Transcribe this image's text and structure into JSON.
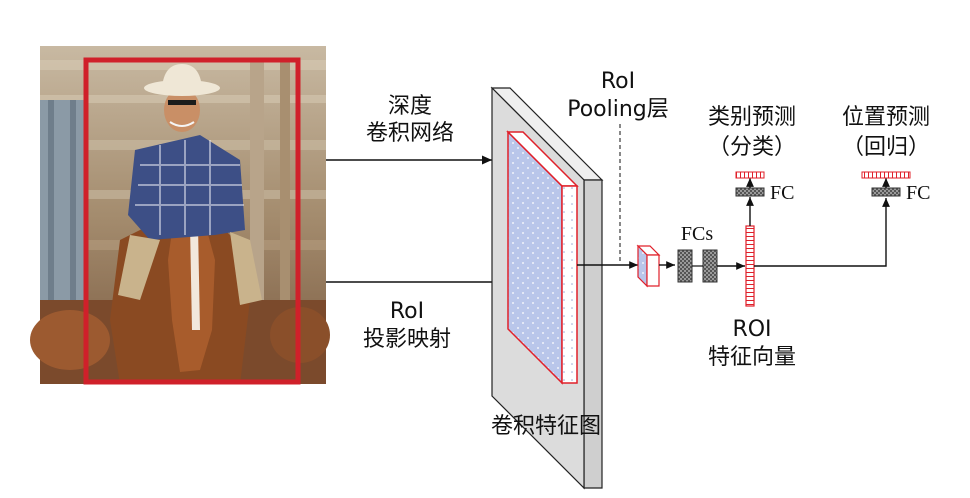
{
  "diagram": {
    "label_deep_conv_line1": "深度",
    "label_deep_conv_line2": "卷积网络",
    "label_roi_proj_line1": "RoI",
    "label_roi_proj_line2": "投影映射",
    "label_feature_map": "卷积特征图",
    "label_roi_pool_line1": "RoI",
    "label_roi_pool_line2": "Pooling层",
    "label_fcs": "FCs",
    "label_roi_vec_line1": "ROI",
    "label_roi_vec_line2": "特征向量",
    "label_cls_line1": "类别预测",
    "label_cls_line2": "（分类）",
    "label_reg_line1": "位置预测",
    "label_reg_line2": "（回归）",
    "label_fc_cls": "FC",
    "label_fc_reg": "FC"
  },
  "colors": {
    "roi_red": "#e0202a",
    "feature_fill": "#b9c6ea",
    "slab_gray": "#d9d9d9",
    "fc_block": "#808080",
    "arrow": "#111111"
  }
}
